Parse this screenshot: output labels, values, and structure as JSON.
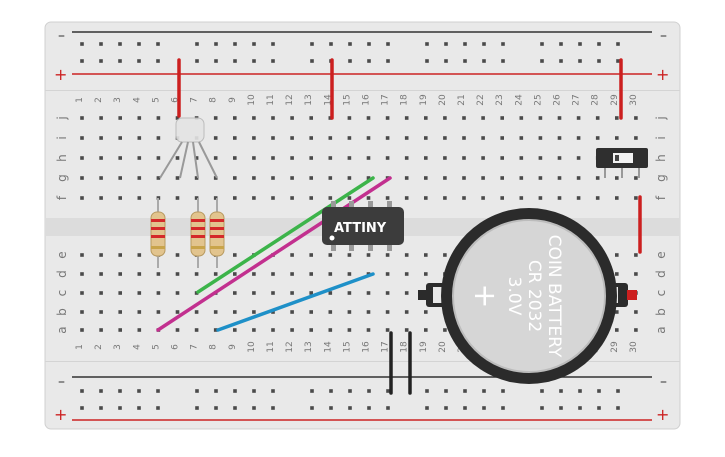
{
  "board": {
    "columns": [
      "1",
      "2",
      "3",
      "4",
      "5",
      "6",
      "7",
      "8",
      "9",
      "10",
      "11",
      "12",
      "13",
      "14",
      "15",
      "16",
      "17",
      "18",
      "19",
      "20",
      "21",
      "22",
      "23",
      "24",
      "25",
      "26",
      "27",
      "28",
      "29",
      "30"
    ],
    "rows_top": [
      "j",
      "i",
      "h",
      "g",
      "f"
    ],
    "rows_bottom": [
      "e",
      "d",
      "c",
      "b",
      "a"
    ],
    "rail_minus": "–",
    "rail_plus": "+",
    "colors": {
      "board": "#e9e9e9",
      "hole": "#4a4a4a",
      "minus_line": "#333333",
      "plus_line": "#cc2222",
      "channel": "#d9d9d9"
    }
  },
  "components": {
    "chip": {
      "label": "ATTINY",
      "color": "#3c3c3c"
    },
    "battery": {
      "label_line1": "COIN BATTERY",
      "label_line2": "CR 2032",
      "label_line3": "3.0V",
      "polarity": "+"
    },
    "switch": {
      "name": "slide-switch"
    },
    "led": {
      "name": "rgb-led"
    },
    "resistors": [
      "resistor-1",
      "resistor-2",
      "resistor-3"
    ]
  },
  "wires": {
    "colors": {
      "red": "#cc1f1f",
      "green": "#3cb44a",
      "magenta": "#c2308f",
      "blue": "#1e90c8",
      "black": "#222222"
    }
  }
}
